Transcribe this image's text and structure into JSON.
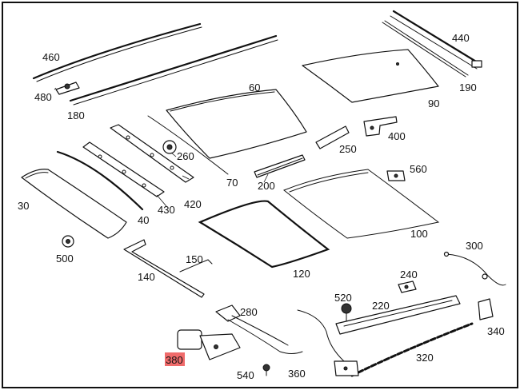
{
  "labels": {
    "p460": "460",
    "p480": "480",
    "p180": "180",
    "p60": "60",
    "p440": "440",
    "p190": "190",
    "p90": "90",
    "p260": "260",
    "p250": "250",
    "p400": "400",
    "p70": "70",
    "p200": "200",
    "p560": "560",
    "p30": "30",
    "p40": "40",
    "p430": "430",
    "p420": "420",
    "p100": "100",
    "p500": "500",
    "p150": "150",
    "p300": "300",
    "p140": "140",
    "p120": "120",
    "p240": "240",
    "p520": "520",
    "p220": "220",
    "p280": "280",
    "p340": "340",
    "p380": "380",
    "p320": "320",
    "p540": "540",
    "p360": "360"
  },
  "highlight": {
    "part": "380",
    "color": "#f06b6b"
  }
}
